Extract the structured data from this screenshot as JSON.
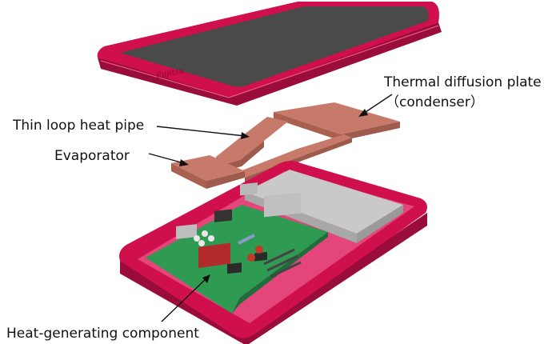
{
  "labels": {
    "thermal_plate": "Thermal diffusion plate",
    "condenser": "（condenser）",
    "heat_pipe": "Thin loop heat pipe",
    "evaporator": "Evaporator",
    "heat_component": "Heat-generating component"
  },
  "logo_text": "Fujitsu",
  "colors": {
    "casing": "#d0104c",
    "casing_dark": "#9a0c3a",
    "screen": "#4a4a4a",
    "copper": "#c77a6a",
    "copper_dark": "#9e5a4d",
    "pcb": "#2f9a52",
    "battery": "#c9c9c9"
  }
}
